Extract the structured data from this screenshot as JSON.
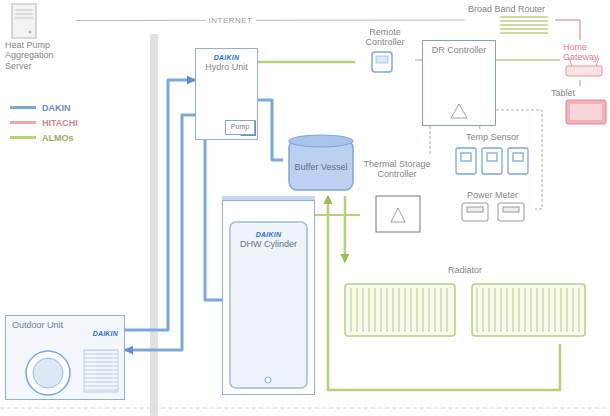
{
  "diagram": {
    "nodes": [
      {
        "text": [
          "Heat Pump Aggregation Server"
        ]
      },
      {
        "text": [
          "Broad Band Router"
        ]
      },
      {
        "text": [
          "Remote Controller"
        ]
      },
      {
        "text": [
          "DR Controller"
        ]
      },
      {
        "text": [
          "Home Gateway"
        ]
      },
      {
        "text": [
          "Tablet"
        ]
      },
      {
        "text": [
          "DAIKIN",
          "Hydro Unit"
        ]
      },
      {
        "text": [
          "Pump"
        ],
        "in": 6
      },
      {
        "text": [
          "Buffer Vessel"
        ]
      },
      {
        "text": [
          "Thermal Storage Controller"
        ]
      },
      {
        "text": [
          "Temp Sensor"
        ]
      },
      {
        "text": [
          "Power Meter"
        ]
      },
      {
        "text": [
          "DAIKIN",
          "DHW Cylinder"
        ]
      },
      {
        "text": [
          "Radiator"
        ]
      },
      {
        "text": [
          "Outdoor Unit",
          "DAIKIN"
        ]
      }
    ],
    "edges": [
      {
        "from": 0,
        "to": 1,
        "arrow": "none",
        "label": "INTERNET"
      },
      {
        "from": 1,
        "to": 4,
        "arrow": "none"
      },
      {
        "from": 4,
        "to": 5,
        "arrow": "none"
      },
      {
        "from": 3,
        "to": 4,
        "arrow": "none"
      },
      {
        "from": 2,
        "to": 3,
        "arrow": "none"
      },
      {
        "from": 2,
        "to": 6,
        "arrow": "none"
      },
      {
        "from": 3,
        "to": 9,
        "arrow": "none"
      },
      {
        "from": 3,
        "to": 10,
        "arrow": "none"
      },
      {
        "from": 3,
        "to": 11,
        "arrow": "none"
      },
      {
        "from": 9,
        "to": 12,
        "arrow": "none"
      },
      {
        "from": 14,
        "to": 6,
        "arrow": "to"
      },
      {
        "from": 6,
        "to": 14,
        "arrow": "to"
      },
      {
        "from": 6,
        "to": 8,
        "arrow": "none"
      },
      {
        "from": 6,
        "to": 12,
        "arrow": "none"
      },
      {
        "from": 8,
        "to": 13,
        "arrow": "to"
      },
      {
        "from": 13,
        "to": 8,
        "arrow": "to"
      }
    ],
    "legend": [
      {
        "text": "DAKIN",
        "color": "#7ea7da"
      },
      {
        "text": "HITACHI",
        "color": "#f2a3ab"
      },
      {
        "text": "ALMOs",
        "color": "#b7d17a"
      }
    ]
  }
}
